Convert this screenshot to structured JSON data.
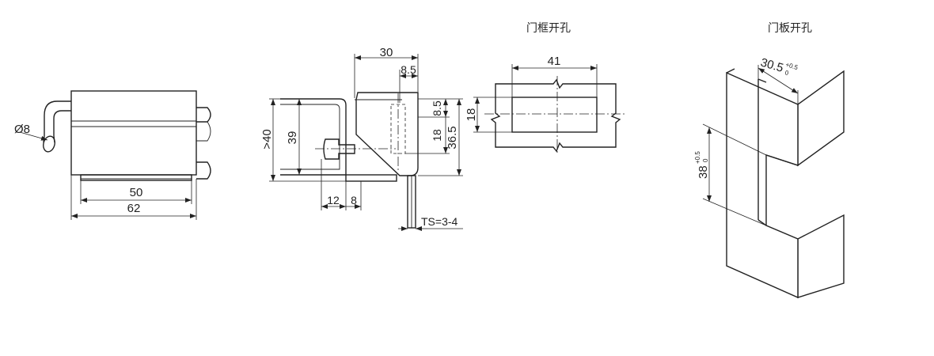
{
  "view1": {
    "dia": "Ø8",
    "w_inner": "50",
    "w_outer": "62"
  },
  "view2": {
    "gt40": ">40",
    "h39": "39",
    "w30": "30",
    "w85": "8.5",
    "v85": "8.5",
    "v18": "18",
    "v365": "36.5",
    "w12": "12",
    "w8": "8",
    "ts": "TS=3-4"
  },
  "view3": {
    "title": "门框开孔",
    "w41": "41",
    "h18": "18"
  },
  "view4": {
    "title": "门板开孔",
    "w305": "30.5",
    "w305_tol_upper": "+0.5",
    "w305_tol_lower": "0",
    "h38": "38",
    "h38_tol_upper": "+0.5",
    "h38_tol_lower": "0"
  }
}
